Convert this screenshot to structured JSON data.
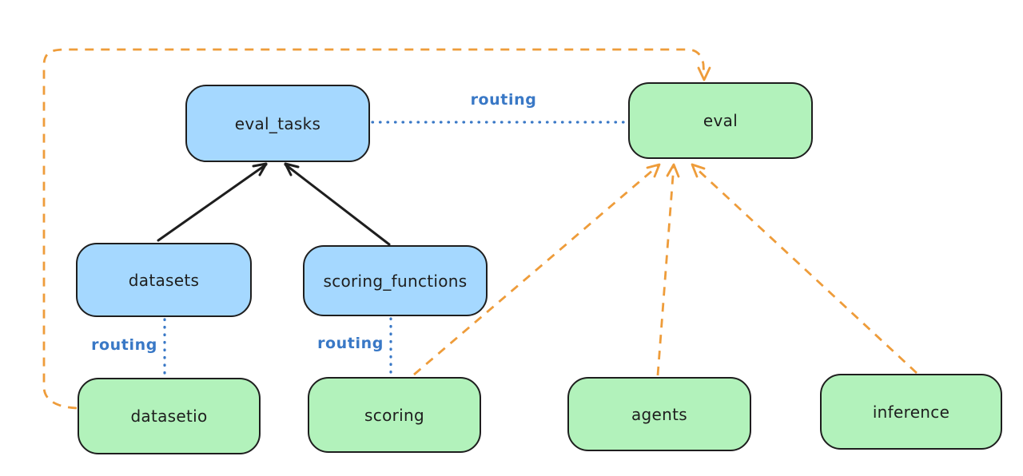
{
  "diagram": {
    "type": "architecture-flow",
    "background": "#ffffff",
    "colors": {
      "background": "#ffffff",
      "stroke": "#1e1e1e",
      "blue_fill": "#a5d8ff",
      "green_fill": "#b2f2bb",
      "routing_blue": "#3978c6",
      "orange": "#ee9c3a"
    },
    "nodes": {
      "eval_tasks": {
        "label": "eval_tasks",
        "kind": "blue"
      },
      "eval": {
        "label": "eval",
        "kind": "green"
      },
      "datasets": {
        "label": "datasets",
        "kind": "blue"
      },
      "scoring_functions": {
        "label": "scoring_functions",
        "kind": "blue"
      },
      "datasetio": {
        "label": "datasetio",
        "kind": "green"
      },
      "scoring": {
        "label": "scoring",
        "kind": "green"
      },
      "agents": {
        "label": "agents",
        "kind": "green"
      },
      "inference": {
        "label": "inference",
        "kind": "green"
      }
    },
    "edges": [
      {
        "from": "datasets",
        "to": "eval_tasks",
        "style": "solid",
        "color": "black",
        "arrow": true,
        "label": ""
      },
      {
        "from": "scoring_functions",
        "to": "eval_tasks",
        "style": "solid",
        "color": "black",
        "arrow": true,
        "label": ""
      },
      {
        "from": "eval_tasks",
        "to": "eval",
        "style": "dotted",
        "color": "blue",
        "arrow": false,
        "label": "routing"
      },
      {
        "from": "datasets",
        "to": "datasetio",
        "style": "dotted",
        "color": "blue",
        "arrow": false,
        "label": "routing"
      },
      {
        "from": "scoring_functions",
        "to": "scoring",
        "style": "dotted",
        "color": "blue",
        "arrow": false,
        "label": "routing"
      },
      {
        "from": "datasetio",
        "to": "eval",
        "style": "dashed",
        "color": "orange",
        "arrow": true,
        "label": ""
      },
      {
        "from": "scoring",
        "to": "eval",
        "style": "dashed",
        "color": "orange",
        "arrow": true,
        "label": ""
      },
      {
        "from": "agents",
        "to": "eval",
        "style": "dashed",
        "color": "orange",
        "arrow": true,
        "label": ""
      },
      {
        "from": "inference",
        "to": "eval",
        "style": "dashed",
        "color": "orange",
        "arrow": true,
        "label": ""
      }
    ]
  }
}
